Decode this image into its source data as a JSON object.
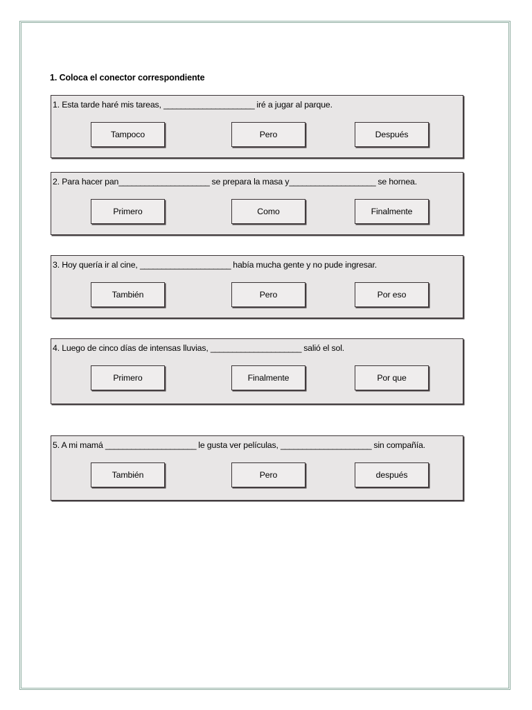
{
  "page": {
    "border_color": "#8fada1",
    "background_color": "#ffffff",
    "block_background_color": "#e8e6e6",
    "option_background_color": "#efeded",
    "border_ink_color": "#3a3335"
  },
  "worksheet": {
    "title": "1. Coloca el conector correspondiente",
    "questions": [
      {
        "number": "1.",
        "text_parts": [
          {
            "type": "text",
            "value": "1. Esta tarde haré mis tareas, "
          },
          {
            "type": "blank",
            "value": "_____________________"
          },
          {
            "type": "text",
            "value": " iré a jugar al parque."
          }
        ],
        "full_text": "1. Esta tarde haré mis tareas, _____________________ iré a jugar al parque.",
        "options": [
          "Tampoco",
          "Pero",
          "Después"
        ]
      },
      {
        "number": "2.",
        "text_parts": [
          {
            "type": "text",
            "value": "2. Para hacer pan"
          },
          {
            "type": "blank",
            "value": "_____________________"
          },
          {
            "type": "text",
            "value": " se prepara la masa y"
          },
          {
            "type": "blank",
            "value": "____________________"
          },
          {
            "type": "text",
            "value": " se hornea."
          }
        ],
        "full_text": "2. Para hacer pan_____________________ se prepara la masa y____________________ se hornea.",
        "options": [
          "Primero",
          "Como",
          "Finalmente"
        ]
      },
      {
        "number": "3.",
        "text_parts": [
          {
            "type": "text",
            "value": "3. Hoy quería ir al cine, "
          },
          {
            "type": "blank",
            "value": "_____________________"
          },
          {
            "type": "text",
            "value": " había mucha gente y no pude ingresar."
          }
        ],
        "full_text": "3. Hoy quería ir al cine, _____________________ había mucha gente y no pude ingresar.",
        "options": [
          "También",
          "Pero",
          "Por eso"
        ]
      },
      {
        "number": "4.",
        "text_parts": [
          {
            "type": "text",
            "value": "4. Luego de cinco días de intensas lluvias, "
          },
          {
            "type": "blank",
            "value": "_____________________"
          },
          {
            "type": "text",
            "value": " salió el sol."
          }
        ],
        "full_text": "4. Luego de cinco días de intensas lluvias, _____________________ salió el sol.",
        "options": [
          "Primero",
          "Finalmente",
          "Por que"
        ]
      },
      {
        "number": "5.",
        "text_parts": [
          {
            "type": "text",
            "value": "5. A mi mamá "
          },
          {
            "type": "blank",
            "value": "_____________________"
          },
          {
            "type": "text",
            "value": " le gusta ver películas, "
          },
          {
            "type": "blank",
            "value": "_____________________"
          },
          {
            "type": "text",
            "value": " sin compañía."
          }
        ],
        "full_text": "5. A mi mamá _____________________ le gusta ver películas, _____________________ sin compañía.",
        "options": [
          "También",
          "Pero",
          "después"
        ]
      }
    ]
  },
  "layout": {
    "block_tops": [
      137,
      248,
      368,
      488,
      628
    ],
    "block_heights": [
      91,
      91,
      91,
      95,
      94
    ]
  }
}
